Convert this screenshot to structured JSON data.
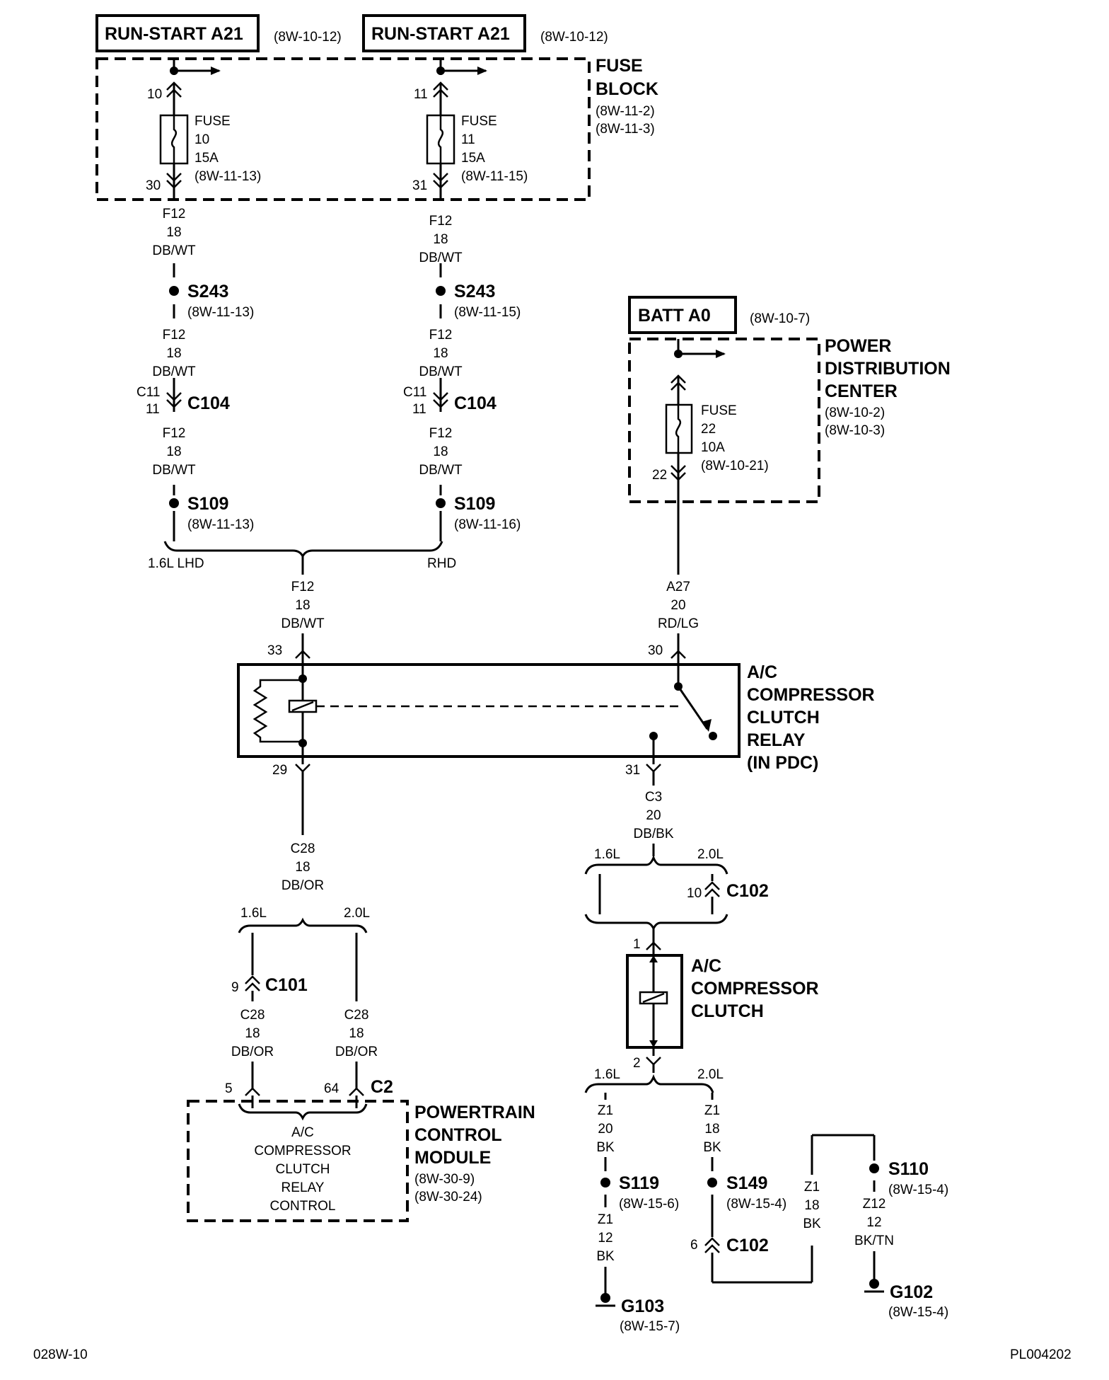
{
  "sources": {
    "run_start_1": {
      "label": "RUN-START A21",
      "ref": "(8W-10-12)"
    },
    "run_start_2": {
      "label": "RUN-START A21",
      "ref": "(8W-10-12)"
    },
    "batt": {
      "label": "BATT A0",
      "ref": "(8W-10-7)"
    }
  },
  "fuse_block": {
    "title_1": "FUSE",
    "title_2": "BLOCK",
    "ref_1": "(8W-11-2)",
    "ref_2": "(8W-11-3)",
    "fuse10": {
      "pin_in": "10",
      "pin_out": "30",
      "l1": "FUSE",
      "l2": "10",
      "l3": "15A",
      "l4": "(8W-11-13)"
    },
    "fuse11": {
      "pin_in": "11",
      "pin_out": "31",
      "l1": "FUSE",
      "l2": "11",
      "l3": "15A",
      "l4": "(8W-11-15)"
    }
  },
  "pdc": {
    "title_1": "POWER",
    "title_2": "DISTRIBUTION",
    "title_3": "CENTER",
    "ref_1": "(8W-10-2)",
    "ref_2": "(8W-10-3)",
    "fuse22": {
      "pin_out": "22",
      "l1": "FUSE",
      "l2": "22",
      "l3": "10A",
      "l4": "(8W-10-21)"
    }
  },
  "left_branch": {
    "w1": {
      "circuit": "F12",
      "gauge": "18",
      "color": "DB/WT"
    },
    "s243": {
      "name": "S243",
      "ref": "(8W-11-13)"
    },
    "w2": {
      "circuit": "F12",
      "gauge": "18",
      "color": "DB/WT"
    },
    "c104": {
      "name": "C104",
      "pin_top": "C11",
      "pin_bot": "11"
    },
    "w3": {
      "circuit": "F12",
      "gauge": "18",
      "color": "DB/WT"
    },
    "s109": {
      "name": "S109",
      "ref": "(8W-11-13)"
    }
  },
  "right_branch": {
    "w1": {
      "circuit": "F12",
      "gauge": "18",
      "color": "DB/WT"
    },
    "s243": {
      "name": "S243",
      "ref": "(8W-11-15)"
    },
    "w2": {
      "circuit": "F12",
      "gauge": "18",
      "color": "DB/WT"
    },
    "c104": {
      "name": "C104",
      "pin_top": "C11",
      "pin_bot": "11"
    },
    "w3": {
      "circuit": "F12",
      "gauge": "18",
      "color": "DB/WT"
    },
    "s109": {
      "name": "S109",
      "ref": "(8W-11-16)"
    }
  },
  "merge": {
    "lhd": "1.6L LHD",
    "rhd": "RHD"
  },
  "relay_in_wire": {
    "circuit": "F12",
    "gauge": "18",
    "color": "DB/WT"
  },
  "batt_wire": {
    "circuit": "A27",
    "gauge": "20",
    "color": "RD/LG"
  },
  "relay": {
    "pin_33": "33",
    "pin_30": "30",
    "pin_29": "29",
    "pin_31": "31",
    "title_1": "A/C",
    "title_2": "COMPRESSOR",
    "title_3": "CLUTCH",
    "title_4": "RELAY",
    "title_5": "(IN PDC)"
  },
  "c28_wire": {
    "circuit": "C28",
    "gauge": "18",
    "color": "DB/OR"
  },
  "c28_split": {
    "a": "1.6L",
    "b": "2.0L"
  },
  "c101": {
    "name": "C101",
    "pin": "9"
  },
  "c28_left": {
    "circuit": "C28",
    "gauge": "18",
    "color": "DB/OR"
  },
  "c28_right": {
    "circuit": "C28",
    "gauge": "18",
    "color": "DB/OR"
  },
  "c2": {
    "name": "C2",
    "pin_a": "5",
    "pin_b": "64"
  },
  "pcm": {
    "title_1": "POWERTRAIN",
    "title_2": "CONTROL",
    "title_3": "MODULE",
    "ref_1": "(8W-30-9)",
    "ref_2": "(8W-30-24)",
    "i1": "A/C",
    "i2": "COMPRESSOR",
    "i3": "CLUTCH",
    "i4": "RELAY",
    "i5": "CONTROL"
  },
  "c3_wire": {
    "circuit": "C3",
    "gauge": "20",
    "color": "DB/BK"
  },
  "c3_split": {
    "a": "1.6L",
    "b": "2.0L"
  },
  "c102_top": {
    "name": "C102",
    "pin": "10"
  },
  "clutch": {
    "pin_1": "1",
    "pin_2": "2",
    "title_1": "A/C",
    "title_2": "COMPRESSOR",
    "title_3": "CLUTCH"
  },
  "ground_split": {
    "a": "1.6L",
    "b": "2.0L"
  },
  "z1_left": {
    "circuit": "Z1",
    "gauge": "20",
    "color": "BK"
  },
  "z1_mid": {
    "circuit": "Z1",
    "gauge": "18",
    "color": "BK"
  },
  "s119": {
    "name": "S119",
    "ref": "(8W-15-6)"
  },
  "s149": {
    "name": "S149",
    "ref": "(8W-15-4)"
  },
  "z1_g103": {
    "circuit": "Z1",
    "gauge": "12",
    "color": "BK"
  },
  "c102_bottom": {
    "name": "C102",
    "pin": "6"
  },
  "z1_loop": {
    "circuit": "Z1",
    "gauge": "18",
    "color": "BK"
  },
  "s110": {
    "name": "S110",
    "ref": "(8W-15-4)"
  },
  "z12": {
    "circuit": "Z12",
    "gauge": "12",
    "color": "BK/TN"
  },
  "g103": {
    "name": "G103",
    "ref": "(8W-15-7)"
  },
  "g102": {
    "name": "G102",
    "ref": "(8W-15-4)"
  },
  "footer": {
    "left": "028W-10",
    "right": "PL004202"
  }
}
